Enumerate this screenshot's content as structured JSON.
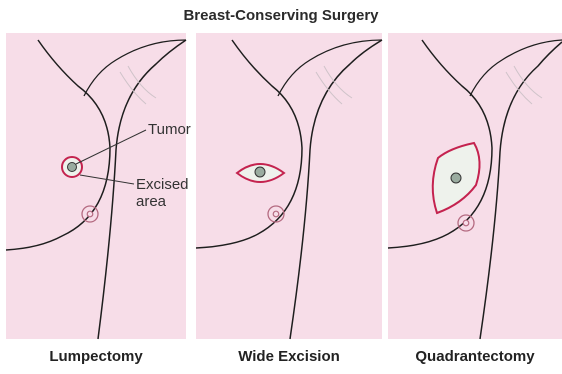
{
  "title": "Breast-Conserving Surgery",
  "panels": [
    {
      "label": "Lumpectomy"
    },
    {
      "label": "Wide Excision"
    },
    {
      "label": "Quadrantectomy"
    }
  ],
  "callouts": {
    "tumor": "Tumor",
    "excised_line1": "Excised",
    "excised_line2": "area"
  },
  "colors": {
    "skin": "#f7dde8",
    "outline": "#1e1e1e",
    "excision": "#c4234f",
    "tumor_fill": "#9aaca0",
    "excised_fill": "#eef2ec"
  }
}
